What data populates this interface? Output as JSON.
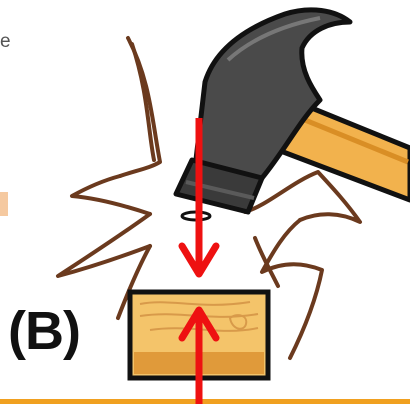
{
  "panel_label": "(B)",
  "left_edge_fragment": "e",
  "colors": {
    "arrow": "#ee1111",
    "hammer_head": "#4a4a4a",
    "hammer_handle": "#f2b24d",
    "wood_block": "#f4c46a",
    "impact_lines": "#6b3a1e",
    "baseline": "#f0a020",
    "side_tab": "#f5c9a0"
  },
  "icons": [
    "hammer-icon",
    "wood-block-icon",
    "nail-icon",
    "impact-lines-icon",
    "force-arrow-down",
    "force-arrow-up"
  ]
}
